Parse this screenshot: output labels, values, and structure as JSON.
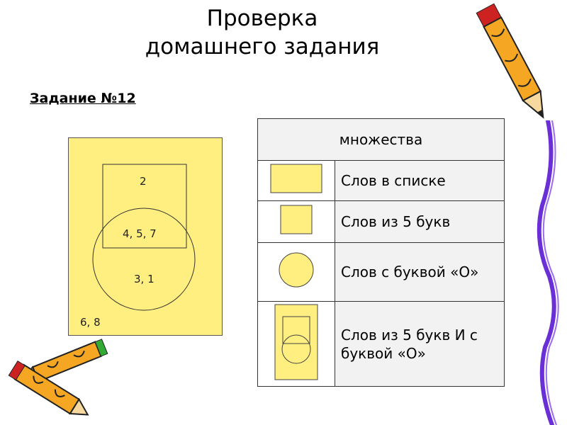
{
  "title": {
    "line1": "Проверка",
    "line2": "домашнего задания"
  },
  "task_label": "Задание №12",
  "venn": {
    "region_square_only": "2",
    "region_intersection": "4, 5, 7",
    "region_circle_only": "3, 1",
    "region_outside": "6, 8",
    "fill_color": "#ffee80"
  },
  "table": {
    "header": "множества",
    "rows": [
      {
        "icon": "rectangle-icon",
        "text": "Слов в списке"
      },
      {
        "icon": "square-icon",
        "text": "Слов из 5 букв"
      },
      {
        "icon": "circle-icon",
        "text": "Слов с буквой «О»"
      },
      {
        "icon": "venn-intersection-icon",
        "text": "Слов из 5 букв И с буквой «О»"
      }
    ]
  },
  "decorations": {
    "top_right": "pencil-icon",
    "bottom_left": "crayons-icon",
    "right_edge": "ribbon-icon"
  }
}
